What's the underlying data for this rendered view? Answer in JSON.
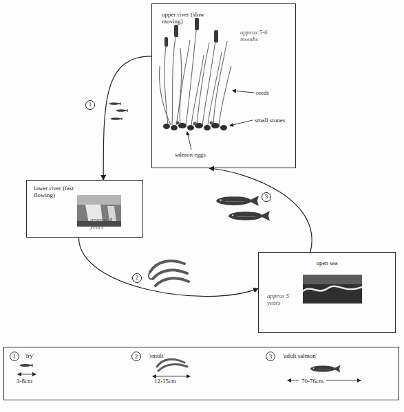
{
  "diagram": {
    "nodes": [
      {
        "text": [
          "upper river (slow moving)",
          "approx 5-6 months"
        ]
      },
      {
        "text": [
          "lower river (fast flowing)",
          "approx 4 years"
        ]
      },
      {
        "text": [
          "open sea",
          "approx 5 years"
        ]
      },
      {
        "text": [
          "1",
          "'fry'",
          "3-8cm",
          "2",
          "'smolt'",
          "12-15cm",
          "3",
          "'adult salmon'",
          "70-76cm"
        ]
      }
    ],
    "edges": [
      {
        "from": 0,
        "to": 1,
        "arrow": "to"
      },
      {
        "from": 1,
        "to": 2,
        "arrow": "to"
      },
      {
        "from": 2,
        "to": 0,
        "arrow": "to"
      }
    ],
    "labels": [
      "reeds",
      "small stones",
      "salmon eggs",
      "1",
      "2",
      "3"
    ]
  }
}
